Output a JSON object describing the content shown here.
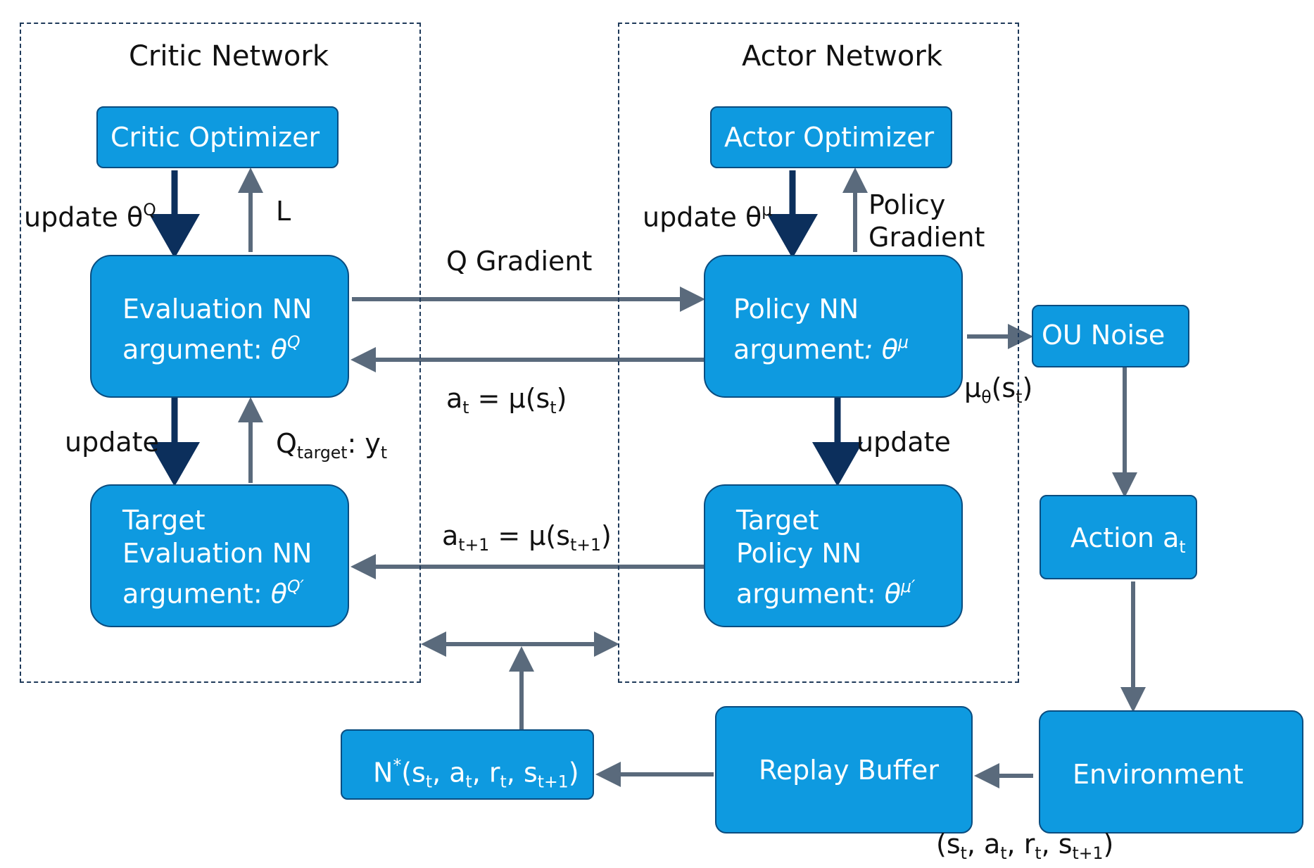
{
  "groups": {
    "critic": "Critic Network",
    "actor": "Actor Network"
  },
  "boxes": {
    "critic_optimizer": "Critic Optimizer",
    "actor_optimizer": "Actor Optimizer",
    "evaluation_nn": {
      "line1": "Evaluation NN",
      "line2": "argument: ",
      "theta": "θ",
      "sup": "Q"
    },
    "target_evaluation_nn": {
      "line1": "Target",
      "line2": "Evaluation NN",
      "line3": "argument: ",
      "theta": "θ",
      "sup": "Q′"
    },
    "policy_nn": {
      "line1": "Policy NN",
      "line2": "argument",
      "colon": ": ",
      "theta": "θ",
      "sup": "μ"
    },
    "target_policy_nn": {
      "line1": "Target",
      "line2": "Policy NN",
      "line3": "argument: ",
      "theta": "θ",
      "sup": "μ′"
    },
    "ou_noise": "OU Noise",
    "action": {
      "text": "Action a",
      "sub": "t"
    },
    "environment": "Environment",
    "replay_buffer": "Replay Buffer",
    "minibatch": {
      "n": "N",
      "star": "*",
      "open": "(s",
      "s1": "t",
      "c1": ", a",
      "s2": "t",
      "c2": ", r",
      "s3": "t",
      "c3": ", s",
      "s4": "t+1",
      "close": ")"
    }
  },
  "labels": {
    "update_theta_q": {
      "text": "update θ",
      "sup": "Q"
    },
    "loss": "L",
    "update_theta_mu": {
      "text": "update θ",
      "sup": "μ"
    },
    "policy_gradient": {
      "line1": "Policy",
      "line2": "Gradient"
    },
    "q_gradient": "Q Gradient",
    "a_t": {
      "a": "a",
      "s1": "t",
      "eq": " = μ(s",
      "s2": "t",
      "close": ")"
    },
    "mu_theta": {
      "mu": "μ",
      "s1": "θ",
      "open": "(s",
      "s2": "t",
      "close": ")"
    },
    "update_critic": "update",
    "q_target": {
      "q": "Q",
      "sub": "target",
      "rest": ": y",
      "sub2": "t"
    },
    "update_actor": "update",
    "a_t1": {
      "a": "a",
      "s1": "t+1",
      "eq": " = μ(s",
      "s2": "t+1",
      "close": ")"
    },
    "transition": {
      "open": "(s",
      "s1": "t",
      "c1": ", a",
      "s2": "t",
      "c2": ", r",
      "s3": "t",
      "c3": ", s",
      "s4": "t+1",
      "close": ")"
    }
  },
  "colors": {
    "box_fill": "#0e9ae0",
    "box_border": "#0a4d80",
    "arrow_dark": "#0c2f5c",
    "arrow_grey": "#5a6a7c"
  }
}
